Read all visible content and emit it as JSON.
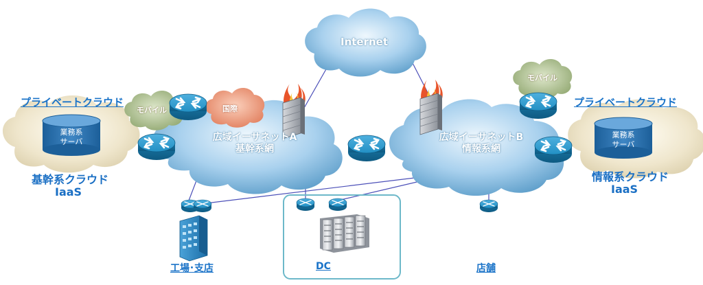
{
  "internet": "Internet",
  "wan_a": {
    "line1": "広域イーサネットA",
    "line2": "基幹系網"
  },
  "wan_b": {
    "line1": "広域イーサネットB",
    "line2": "情報系網"
  },
  "left": {
    "private_cloud": "プライベートクラウド",
    "server_line1": "業務系",
    "server_line2": "サーバ",
    "cloud_title": "基幹系クラウド",
    "iaas": "IaaS",
    "mobile": "モバイル",
    "intl": "国際"
  },
  "right": {
    "private_cloud": "プライベートクラウド",
    "server_line1": "業務系",
    "server_line2": "サーバ",
    "cloud_title": "情報系クラウド",
    "iaas": "IaaS",
    "mobile": "モバイル"
  },
  "sites": {
    "factory": "工場･支店",
    "dc": "DC",
    "store": "店舗"
  },
  "colors": {
    "link": "#1a73c8",
    "cloud_blue": "#7fb6dc",
    "router": "#1f86b8",
    "beige_cloud": "#e6dcc0",
    "green_cloud": "#a6b88a",
    "intl_cloud": "#ec8c6c"
  }
}
